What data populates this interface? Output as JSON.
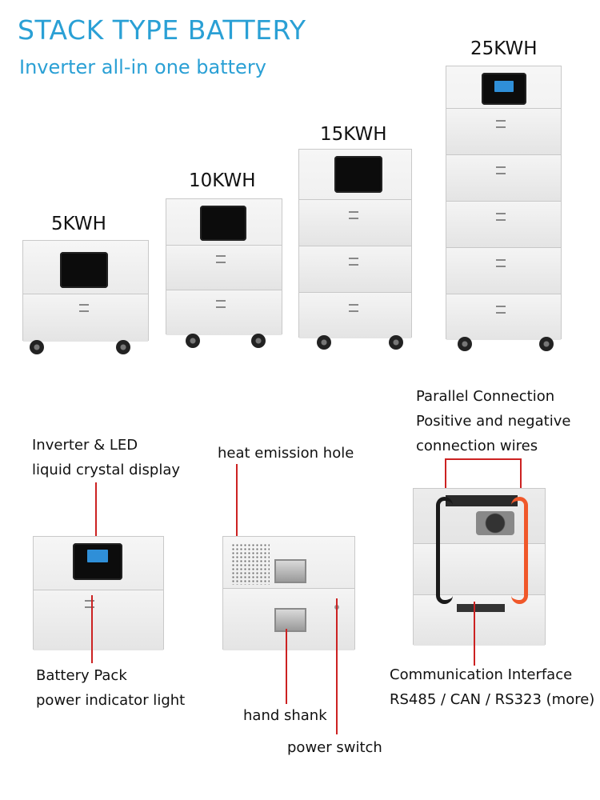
{
  "header": {
    "title": "STACK TYPE BATTERY",
    "subtitle": "Inverter all-in one battery"
  },
  "products": [
    {
      "capacity": "5KWH"
    },
    {
      "capacity": "10KWH"
    },
    {
      "capacity": "15KWH"
    },
    {
      "capacity": "25KWH"
    }
  ],
  "callouts": {
    "inverter_line1": "Inverter & LED",
    "inverter_line2": "liquid crystal display",
    "pack_line1": "Battery Pack",
    "pack_line2": "power indicator light",
    "heat": "heat emission hole",
    "hand": "hand shank",
    "switch": "power switch",
    "parallel_line1": "Parallel Connection",
    "parallel_line2": "Positive and negative",
    "parallel_line3": "connection wires",
    "comm_line1": "Communication Interface",
    "comm_line2": "RS485 / CAN / RS323 (more)"
  },
  "colors": {
    "title": "#2aa0d5",
    "callout_line": "#cc2222",
    "lcd": "#2f8fd8"
  }
}
